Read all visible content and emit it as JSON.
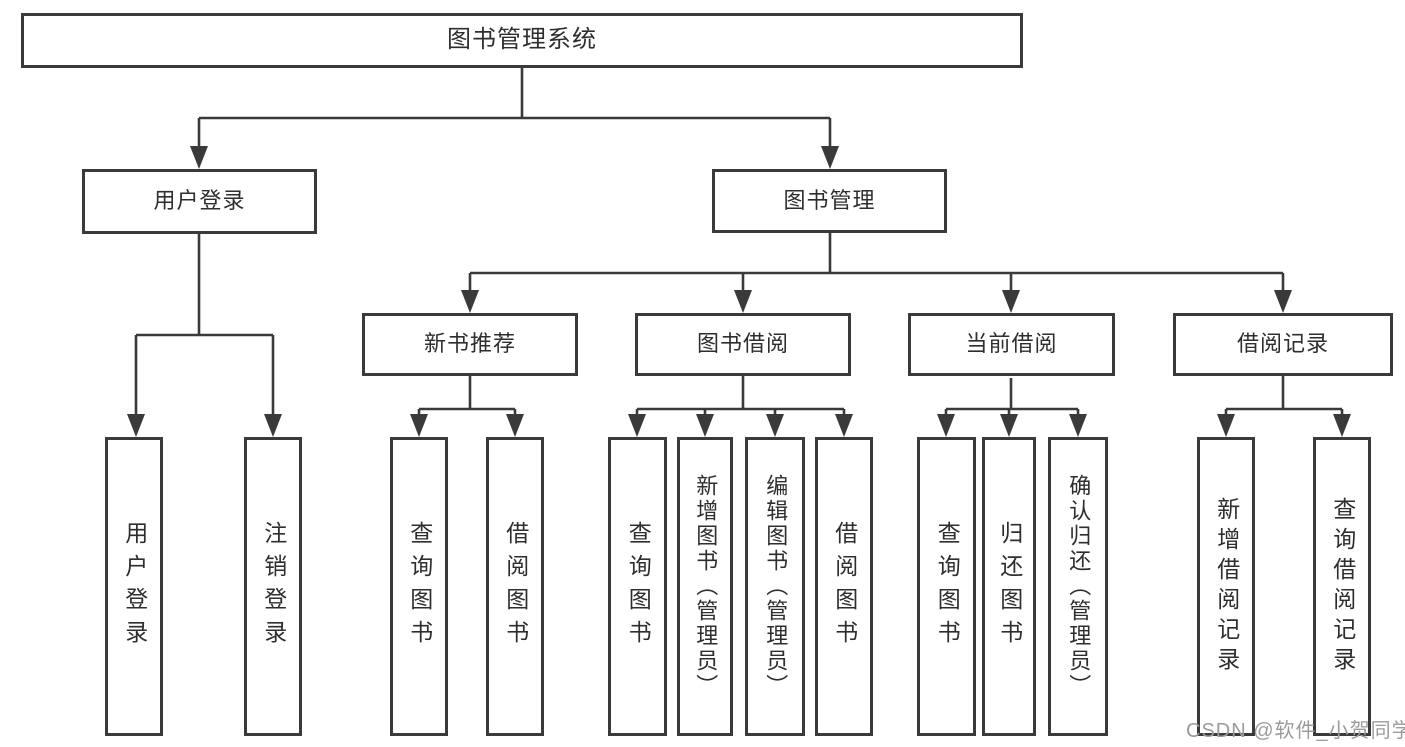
{
  "diagram": {
    "type": "hierarchy-tree",
    "tree": {
      "root": {
        "label": "图书管理系统"
      },
      "level2": [
        {
          "label": "用户登录",
          "parent": "图书管理系统"
        },
        {
          "label": "图书管理",
          "parent": "图书管理系统"
        }
      ],
      "level3": [
        {
          "label": "新书推荐",
          "parent": "图书管理"
        },
        {
          "label": "图书借阅",
          "parent": "图书管理"
        },
        {
          "label": "当前借阅",
          "parent": "图书管理"
        },
        {
          "label": "借阅记录",
          "parent": "图书管理"
        }
      ],
      "leaves": [
        {
          "label": "用户登录",
          "parent": "用户登录"
        },
        {
          "label": "注销登录",
          "parent": "用户登录"
        },
        {
          "label": "查询图书",
          "parent": "新书推荐"
        },
        {
          "label": "借阅图书",
          "parent": "新书推荐"
        },
        {
          "label": "查询图书",
          "parent": "图书借阅"
        },
        {
          "label": "新增图书（管理员）",
          "parent": "图书借阅"
        },
        {
          "label": "编辑图书（管理员）",
          "parent": "图书借阅"
        },
        {
          "label": "借阅图书",
          "parent": "图书借阅"
        },
        {
          "label": "查询图书",
          "parent": "当前借阅"
        },
        {
          "label": "归还图书",
          "parent": "当前借阅"
        },
        {
          "label": "确认归还（管理员）",
          "parent": "当前借阅"
        },
        {
          "label": "新增借阅记录",
          "parent": "借阅记录"
        },
        {
          "label": "查询借阅记录",
          "parent": "借阅记录"
        }
      ]
    },
    "colors": {
      "line": "#3a3a3a",
      "box_border": "#3a3a3a",
      "box_fill": "#ffffff",
      "text": "#2e2e2e",
      "watermark_text": "#9b9b9b",
      "background": "#ffffff"
    }
  },
  "watermark": {
    "label": "CSDN @软件_小贺同学"
  }
}
